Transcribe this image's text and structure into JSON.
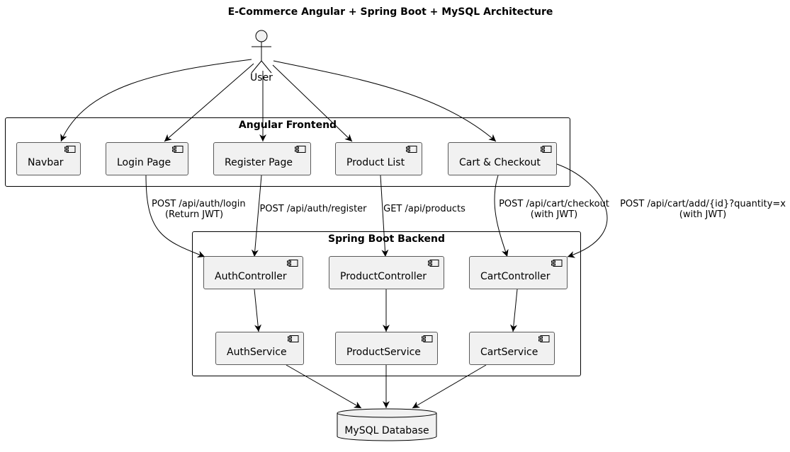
{
  "title": "E-Commerce Angular + Spring Boot + MySQL Architecture",
  "actor": {
    "label": "User"
  },
  "frontend": {
    "label": "Angular Frontend",
    "components": {
      "navbar": "Navbar",
      "login": "Login Page",
      "register": "Register Page",
      "products": "Product List",
      "cart": "Cart & Checkout"
    }
  },
  "backend": {
    "label": "Spring Boot Backend",
    "components": {
      "auth_controller": "AuthController",
      "product_controller": "ProductController",
      "cart_controller": "CartController",
      "auth_service": "AuthService",
      "product_service": "ProductService",
      "cart_service": "CartService"
    }
  },
  "database": {
    "label": "MySQL Database"
  },
  "edges": {
    "login": {
      "line1": "POST /api/auth/login",
      "line2": "(Return JWT)"
    },
    "register": {
      "line1": "POST /api/auth/register"
    },
    "products": {
      "line1": "GET /api/products"
    },
    "checkout": {
      "line1": "POST /api/cart/checkout",
      "line2": "(with JWT)"
    },
    "add": {
      "line1": "POST /api/cart/add/{id}?quantity=x",
      "line2": "(with JWT)"
    }
  },
  "colors": {
    "component_fill": "#f1f1f1",
    "line": "#000000"
  }
}
